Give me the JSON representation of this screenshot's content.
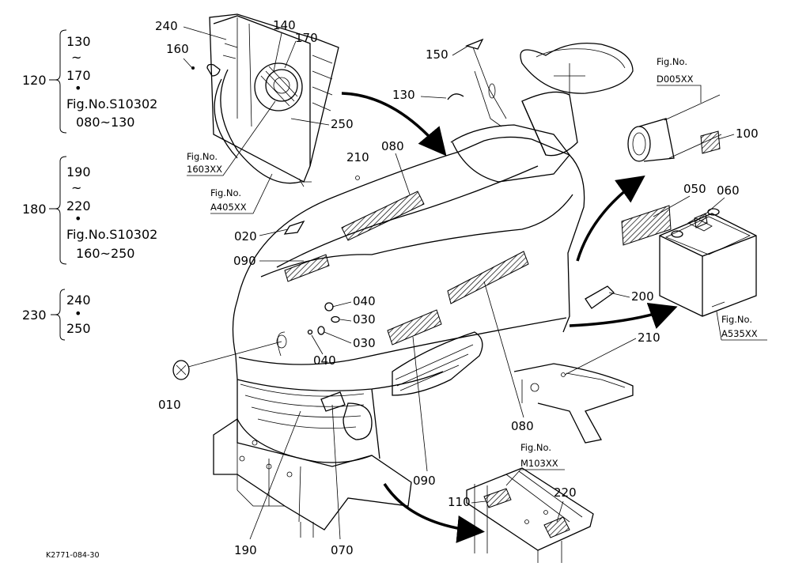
{
  "diagram_code": "K2771-084-30",
  "groups": [
    {
      "id": "120",
      "lines": [
        "130",
        "~",
        "170",
        "•",
        "Fig.No.S10302",
        "080~130"
      ]
    },
    {
      "id": "180",
      "lines": [
        "190",
        "~",
        "220",
        "•",
        "Fig.No.S10302",
        "160~250"
      ]
    },
    {
      "id": "230",
      "lines": [
        "240",
        "•",
        "250"
      ]
    }
  ],
  "callouts": [
    "240",
    "140",
    "170",
    "160",
    "250",
    "210",
    "080",
    "020",
    "090",
    "040",
    "030",
    "030",
    "040",
    "010",
    "190",
    "070",
    "090",
    "080",
    "110",
    "220",
    "210",
    "200",
    "050",
    "060",
    "100",
    "150",
    "130"
  ],
  "figure_refs": [
    {
      "line1": "Fig.No.",
      "line2": "1603XX"
    },
    {
      "line1": "Fig.No.",
      "line2": "A405XX"
    },
    {
      "line1": "Fig.No.",
      "line2": "D005XX"
    },
    {
      "line1": "Fig.No.",
      "line2": "A535XX"
    },
    {
      "line1": "Fig.No.",
      "line2": "M103XX"
    }
  ]
}
